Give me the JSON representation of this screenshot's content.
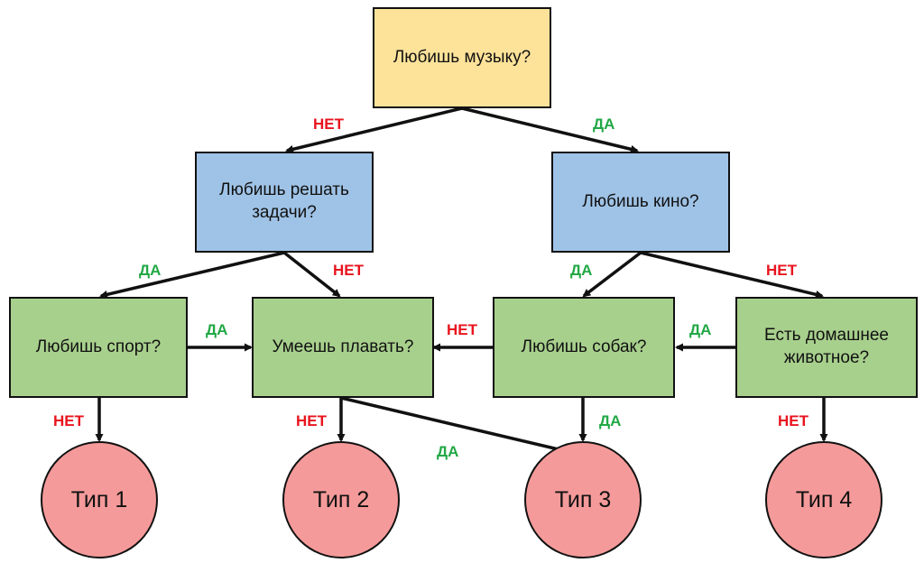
{
  "colors": {
    "root_fill": "#fde39a",
    "mid_fill": "#9fc3e6",
    "question_fill": "#a8d08d",
    "result_fill": "#f59a9a",
    "yes_label": "#22a845",
    "no_label": "#e8141e"
  },
  "nodes": {
    "music": "Любишь музыку?",
    "tasks": "Любишь решать задачи?",
    "cinema": "Любишь кино?",
    "sport": "Любишь спорт?",
    "swim": "Умеешь плавать?",
    "dogs": "Любишь собак?",
    "pet": "Есть домашнее животное?"
  },
  "results": {
    "t1": "Тип 1",
    "t2": "Тип 2",
    "t3": "Тип 3",
    "t4": "Тип 4"
  },
  "edges": {
    "music_no": "НЕТ",
    "music_yes": "ДА",
    "tasks_yes": "ДА",
    "tasks_no": "НЕТ",
    "cinema_yes": "ДА",
    "cinema_no": "НЕТ",
    "sport_yes": "ДА",
    "sport_no": "НЕТ",
    "dogs_no": "НЕТ",
    "pet_yes": "ДА",
    "swim_no": "НЕТ",
    "swim_yes": "ДА",
    "dogs_yes": "ДА",
    "pet_no": "НЕТ"
  }
}
